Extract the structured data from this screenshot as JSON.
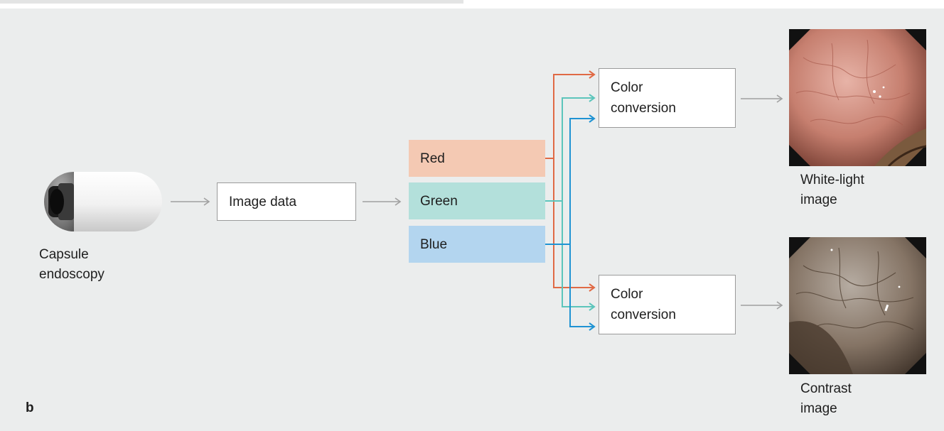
{
  "panel_letter": "b",
  "capsule": {
    "label_line1": "Capsule",
    "label_line2": "endoscopy"
  },
  "image_data": {
    "label": "Image data"
  },
  "channels": [
    {
      "label": "Red",
      "fill": "#f4c9b3",
      "line_color": "#e06a45"
    },
    {
      "label": "Green",
      "fill": "#b3e0db",
      "line_color": "#5cc5bb"
    },
    {
      "label": "Blue",
      "fill": "#b3d5ef",
      "line_color": "#1f93d3"
    }
  ],
  "conversions": [
    {
      "line1": "Color",
      "line2": "conversion"
    },
    {
      "line1": "Color",
      "line2": "conversion"
    }
  ],
  "outputs": [
    {
      "line1": "White-light",
      "line2": "image",
      "tone": "pinkish-red mucosa"
    },
    {
      "line1": "Contrast",
      "line2": "image",
      "tone": "greyish-brown mucosa"
    }
  ],
  "colors": {
    "panel_bg": "#ebeded",
    "arrow_grey": "#a0a0a0"
  }
}
